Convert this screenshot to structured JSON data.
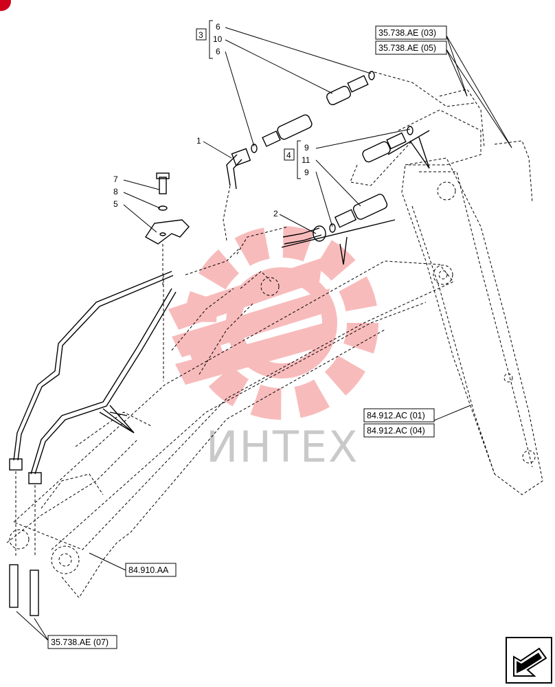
{
  "colors": {
    "watermark": "#f06a6a",
    "watermark_text": "#c9c9c9",
    "line": "#000000",
    "corner_dot": "#d0021b"
  },
  "watermark": {
    "text": "ИНТЕХ"
  },
  "group_boxes": [
    {
      "id": "3",
      "numbers": [
        "6",
        "10",
        "6"
      ]
    },
    {
      "id": "4",
      "numbers": [
        "9",
        "11",
        "9"
      ]
    }
  ],
  "callouts": [
    "1",
    "2",
    "7",
    "8",
    "5"
  ],
  "references": [
    "35.738.AE (03)",
    "35.738.AE (05)",
    "84.912.AC (01)",
    "84.912.AC (04)",
    "84.910.AA",
    "35.738.AE (07)"
  ],
  "icons": {
    "corner_badge": "red-corner-dot-icon",
    "nav": "arrow-nav-icon"
  }
}
